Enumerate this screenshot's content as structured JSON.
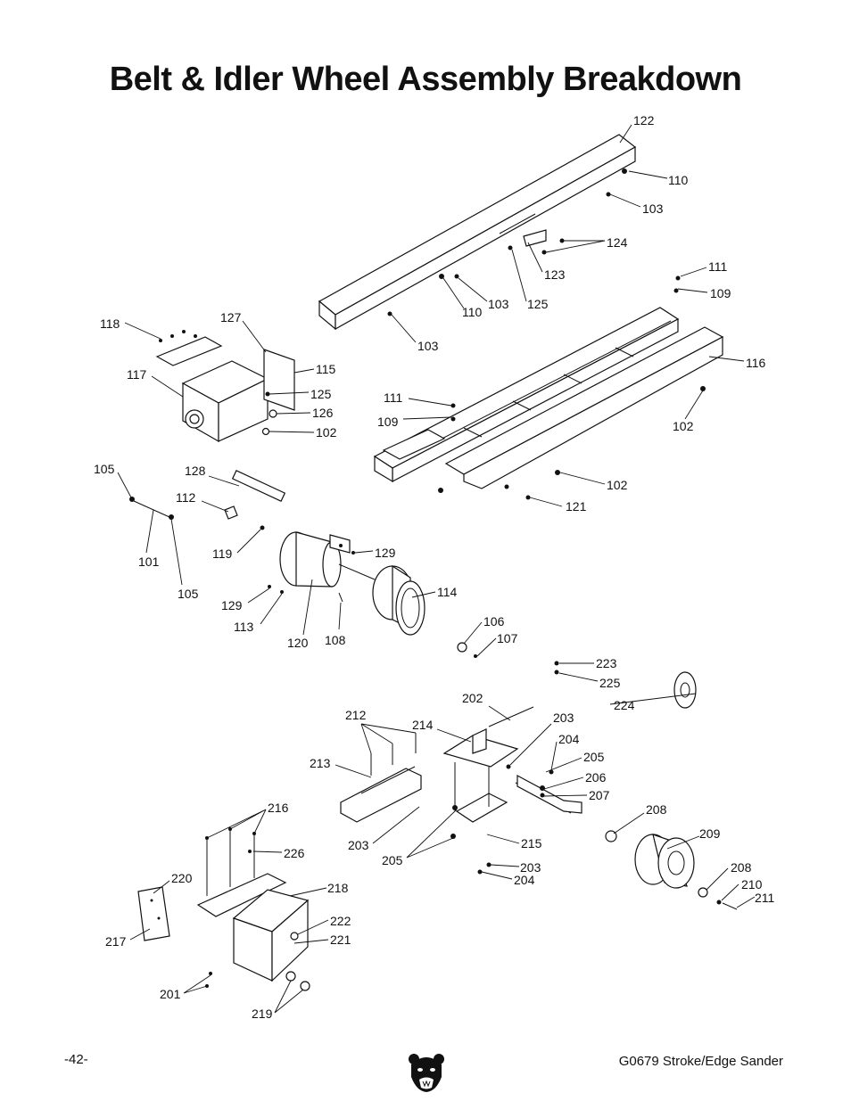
{
  "page": {
    "title": "Belt & Idler Wheel Assembly Breakdown",
    "page_number": "-42-",
    "model": "G0679 Stroke/Edge Sander",
    "logo_icon": "bear-head-icon"
  },
  "callouts": [
    {
      "id": "c122",
      "label": "122"
    },
    {
      "id": "c110a",
      "label": "110"
    },
    {
      "id": "c103a",
      "label": "103"
    },
    {
      "id": "c124",
      "label": "124"
    },
    {
      "id": "c123",
      "label": "123"
    },
    {
      "id": "c111a",
      "label": "111"
    },
    {
      "id": "c109a",
      "label": "109"
    },
    {
      "id": "c110b",
      "label": "110"
    },
    {
      "id": "c103b",
      "label": "103"
    },
    {
      "id": "c125a",
      "label": "125"
    },
    {
      "id": "c103c",
      "label": "103"
    },
    {
      "id": "c116",
      "label": "116"
    },
    {
      "id": "c118",
      "label": "118"
    },
    {
      "id": "c127",
      "label": "127"
    },
    {
      "id": "c117",
      "label": "117"
    },
    {
      "id": "c115",
      "label": "115"
    },
    {
      "id": "c125b",
      "label": "125"
    },
    {
      "id": "c126",
      "label": "126"
    },
    {
      "id": "c102a",
      "label": "102"
    },
    {
      "id": "c111b",
      "label": "111"
    },
    {
      "id": "c109b",
      "label": "109"
    },
    {
      "id": "c102b",
      "label": "102"
    },
    {
      "id": "c105a",
      "label": "105"
    },
    {
      "id": "c128",
      "label": "128"
    },
    {
      "id": "c112",
      "label": "112"
    },
    {
      "id": "c102c",
      "label": "102"
    },
    {
      "id": "c121",
      "label": "121"
    },
    {
      "id": "c101",
      "label": "101"
    },
    {
      "id": "c119",
      "label": "119"
    },
    {
      "id": "c129a",
      "label": "129"
    },
    {
      "id": "c105b",
      "label": "105"
    },
    {
      "id": "c129b",
      "label": "129"
    },
    {
      "id": "c114",
      "label": "114"
    },
    {
      "id": "c113",
      "label": "113"
    },
    {
      "id": "c106",
      "label": "106"
    },
    {
      "id": "c107",
      "label": "107"
    },
    {
      "id": "c120",
      "label": "120"
    },
    {
      "id": "c108",
      "label": "108"
    },
    {
      "id": "c223",
      "label": "223"
    },
    {
      "id": "c225",
      "label": "225"
    },
    {
      "id": "c224",
      "label": "224"
    },
    {
      "id": "c202",
      "label": "202"
    },
    {
      "id": "c212",
      "label": "212"
    },
    {
      "id": "c214",
      "label": "214"
    },
    {
      "id": "c203a",
      "label": "203"
    },
    {
      "id": "c204a",
      "label": "204"
    },
    {
      "id": "c213",
      "label": "213"
    },
    {
      "id": "c205a",
      "label": "205"
    },
    {
      "id": "c206",
      "label": "206"
    },
    {
      "id": "c207",
      "label": "207"
    },
    {
      "id": "c208a",
      "label": "208"
    },
    {
      "id": "c216",
      "label": "216"
    },
    {
      "id": "c203b",
      "label": "203"
    },
    {
      "id": "c215",
      "label": "215"
    },
    {
      "id": "c209",
      "label": "209"
    },
    {
      "id": "c226",
      "label": "226"
    },
    {
      "id": "c205b",
      "label": "205"
    },
    {
      "id": "c203c",
      "label": "203"
    },
    {
      "id": "c204b",
      "label": "204"
    },
    {
      "id": "c208b",
      "label": "208"
    },
    {
      "id": "c220",
      "label": "220"
    },
    {
      "id": "c210",
      "label": "210"
    },
    {
      "id": "c211",
      "label": "211"
    },
    {
      "id": "c218",
      "label": "218"
    },
    {
      "id": "c222",
      "label": "222"
    },
    {
      "id": "c217",
      "label": "217"
    },
    {
      "id": "c221",
      "label": "221"
    },
    {
      "id": "c201",
      "label": "201"
    },
    {
      "id": "c219",
      "label": "219"
    }
  ]
}
